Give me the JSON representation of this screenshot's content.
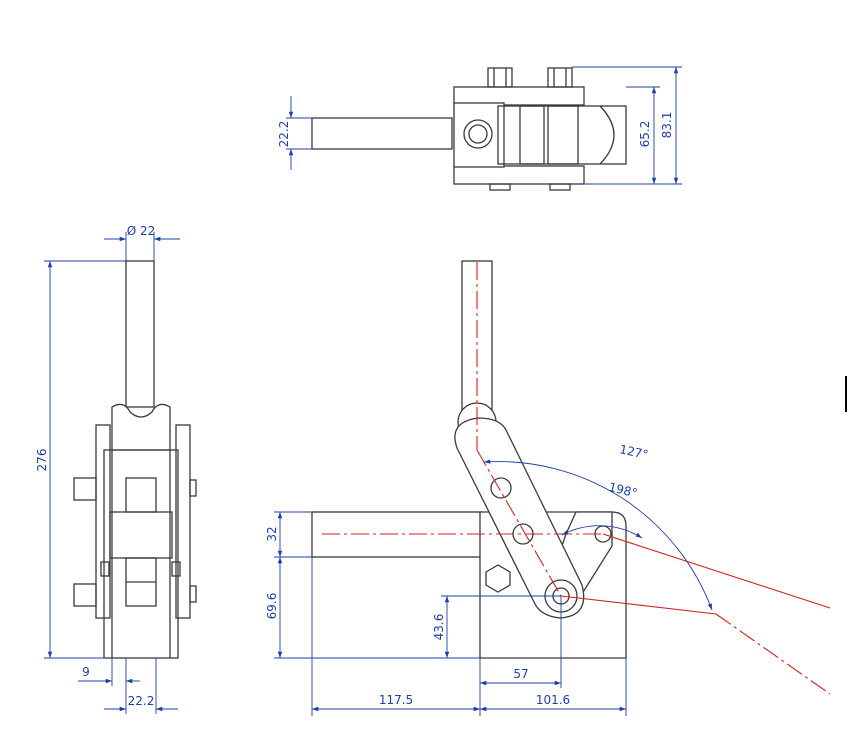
{
  "colors": {
    "object_lines": "#3a3a3a",
    "dimension_lines": "#1f3fa8",
    "center_lines": "#d42020",
    "background": "#ffffff"
  },
  "top_view": {
    "handle_diameter_dim": "22.2",
    "body_width_dim": "65.2",
    "overall_width_dim": "83.1"
  },
  "front_view": {
    "handle_diameter_dim": "Ø 22",
    "overall_height_dim": "276",
    "base_offset_dim": "9",
    "base_width_dim": "22.2"
  },
  "side_view": {
    "bar_thickness_dim": "32",
    "base_height_dim": "69.6",
    "pivot_height_dim": "43.6",
    "pivot_offset_dim": "57",
    "bar_length_dim": "117.5",
    "base_length_dim": "101.6",
    "handle_angle_dim": "127°",
    "link_angle_dim": "198°"
  }
}
